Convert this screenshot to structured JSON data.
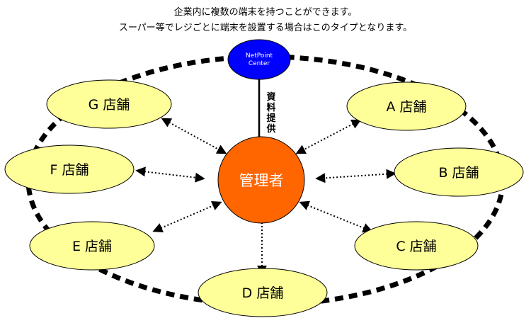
{
  "description": {
    "line1": "企業内に複数の端末を持つことができます。",
    "line2": "スーパー等でレジごとに端末を設置する場合はこのタイプとなります。"
  },
  "center": {
    "line1": "NetPoint",
    "line2": "Center"
  },
  "feed_label": [
    "資",
    "料",
    "提",
    "供"
  ],
  "manager": "管理者",
  "stores": {
    "A": "A 店舗",
    "B": "B 店舗",
    "C": "C 店舗",
    "D": "D 店舗",
    "E": "E 店舗",
    "F": "F 店舗",
    "G": "G 店舗"
  },
  "colors": {
    "store_fill": "#ffff99",
    "manager_fill": "#ff6600",
    "center_fill": "#0000ff",
    "ring": "#000000"
  }
}
